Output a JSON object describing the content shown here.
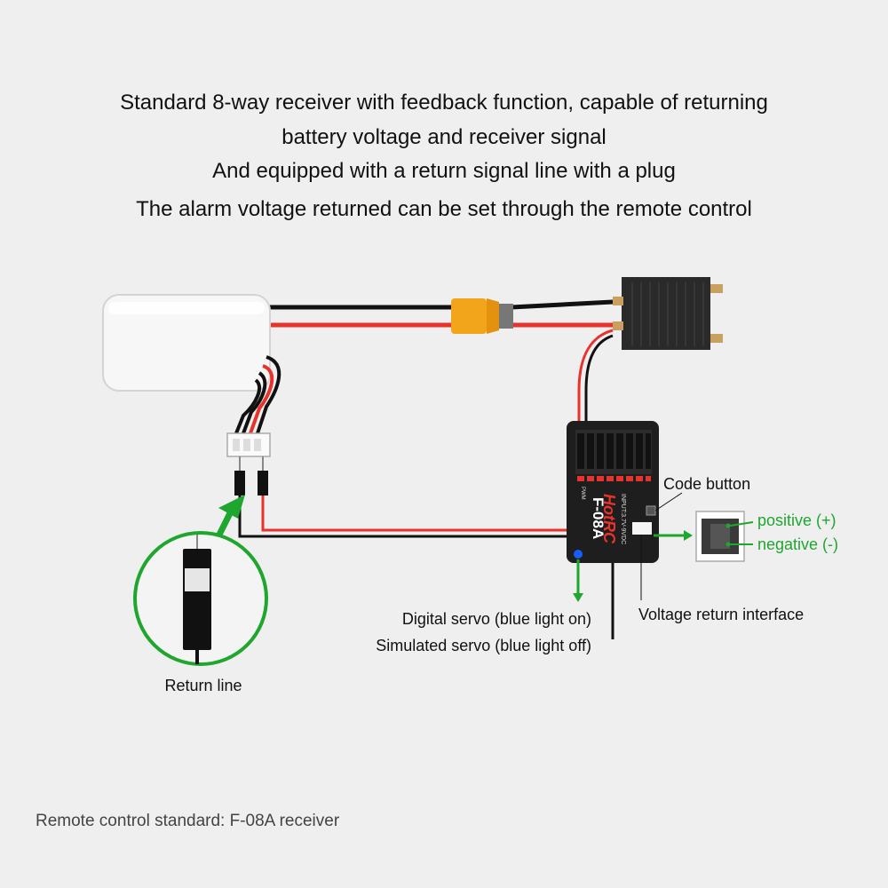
{
  "heading": {
    "line1": "Standard 8-way receiver with feedback function, capable of returning",
    "line2": "battery voltage and receiver signal",
    "line3": "And equipped with a return signal line with a plug",
    "line4": "The alarm voltage returned can be set through the remote control"
  },
  "labels": {
    "code_button": "Code button",
    "positive": "positive (+)",
    "negative": "negative (-)",
    "voltage_return": "Voltage return interface",
    "digital_servo": "Digital servo (blue light on)",
    "simulated_servo": "Simulated servo (blue light off)",
    "return_line": "Return line"
  },
  "receiver": {
    "model": "F-08A",
    "brand": "HotRC",
    "input_spec": "INPUT:3.7V-9VDC",
    "pwm_label": "PWM"
  },
  "footer": "Remote control standard: F-08A receiver",
  "colors": {
    "accent_green": "#1fa62f",
    "wire_red": "#e8322c",
    "wire_black": "#111111",
    "connector_yellow": "#f2a51a",
    "status_blue": "#1a5cff"
  },
  "icons": [
    "battery-icon",
    "xt60-connector-icon",
    "esc-icon",
    "receiver-icon",
    "plug-icon",
    "magnifier-circle-icon"
  ]
}
